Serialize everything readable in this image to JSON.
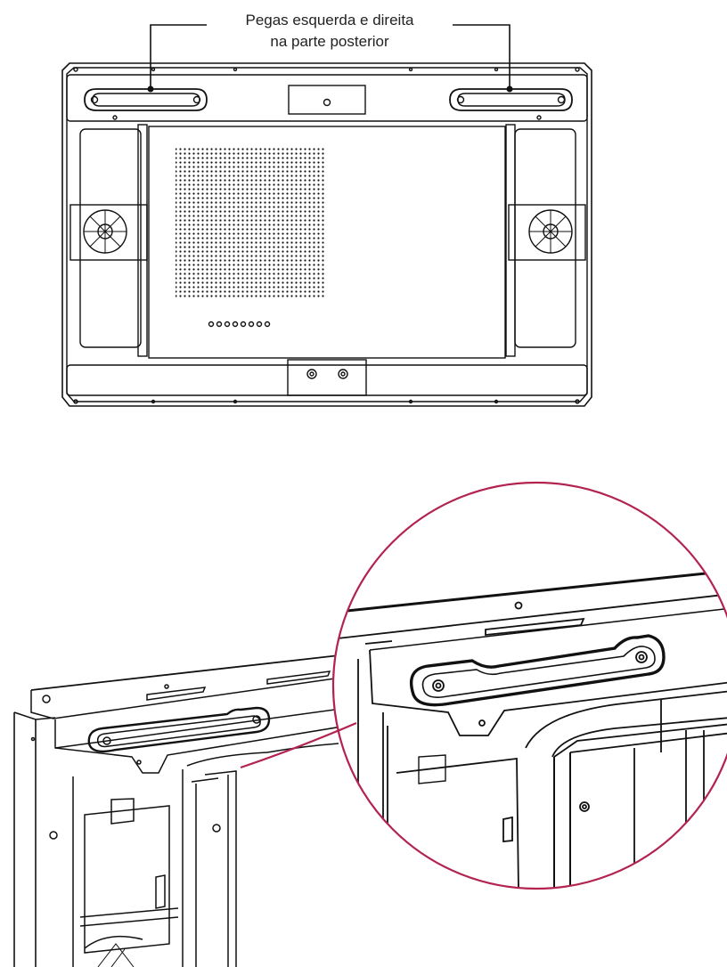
{
  "callout": {
    "line1": "Pegas esquerda e direita",
    "line2": "na parte posterior"
  },
  "colors": {
    "stroke": "#111111",
    "zoom_circle": "#b3234f",
    "background": "#ffffff"
  },
  "icons": [
    "fan-icon",
    "handle-icon",
    "vent-grille"
  ]
}
